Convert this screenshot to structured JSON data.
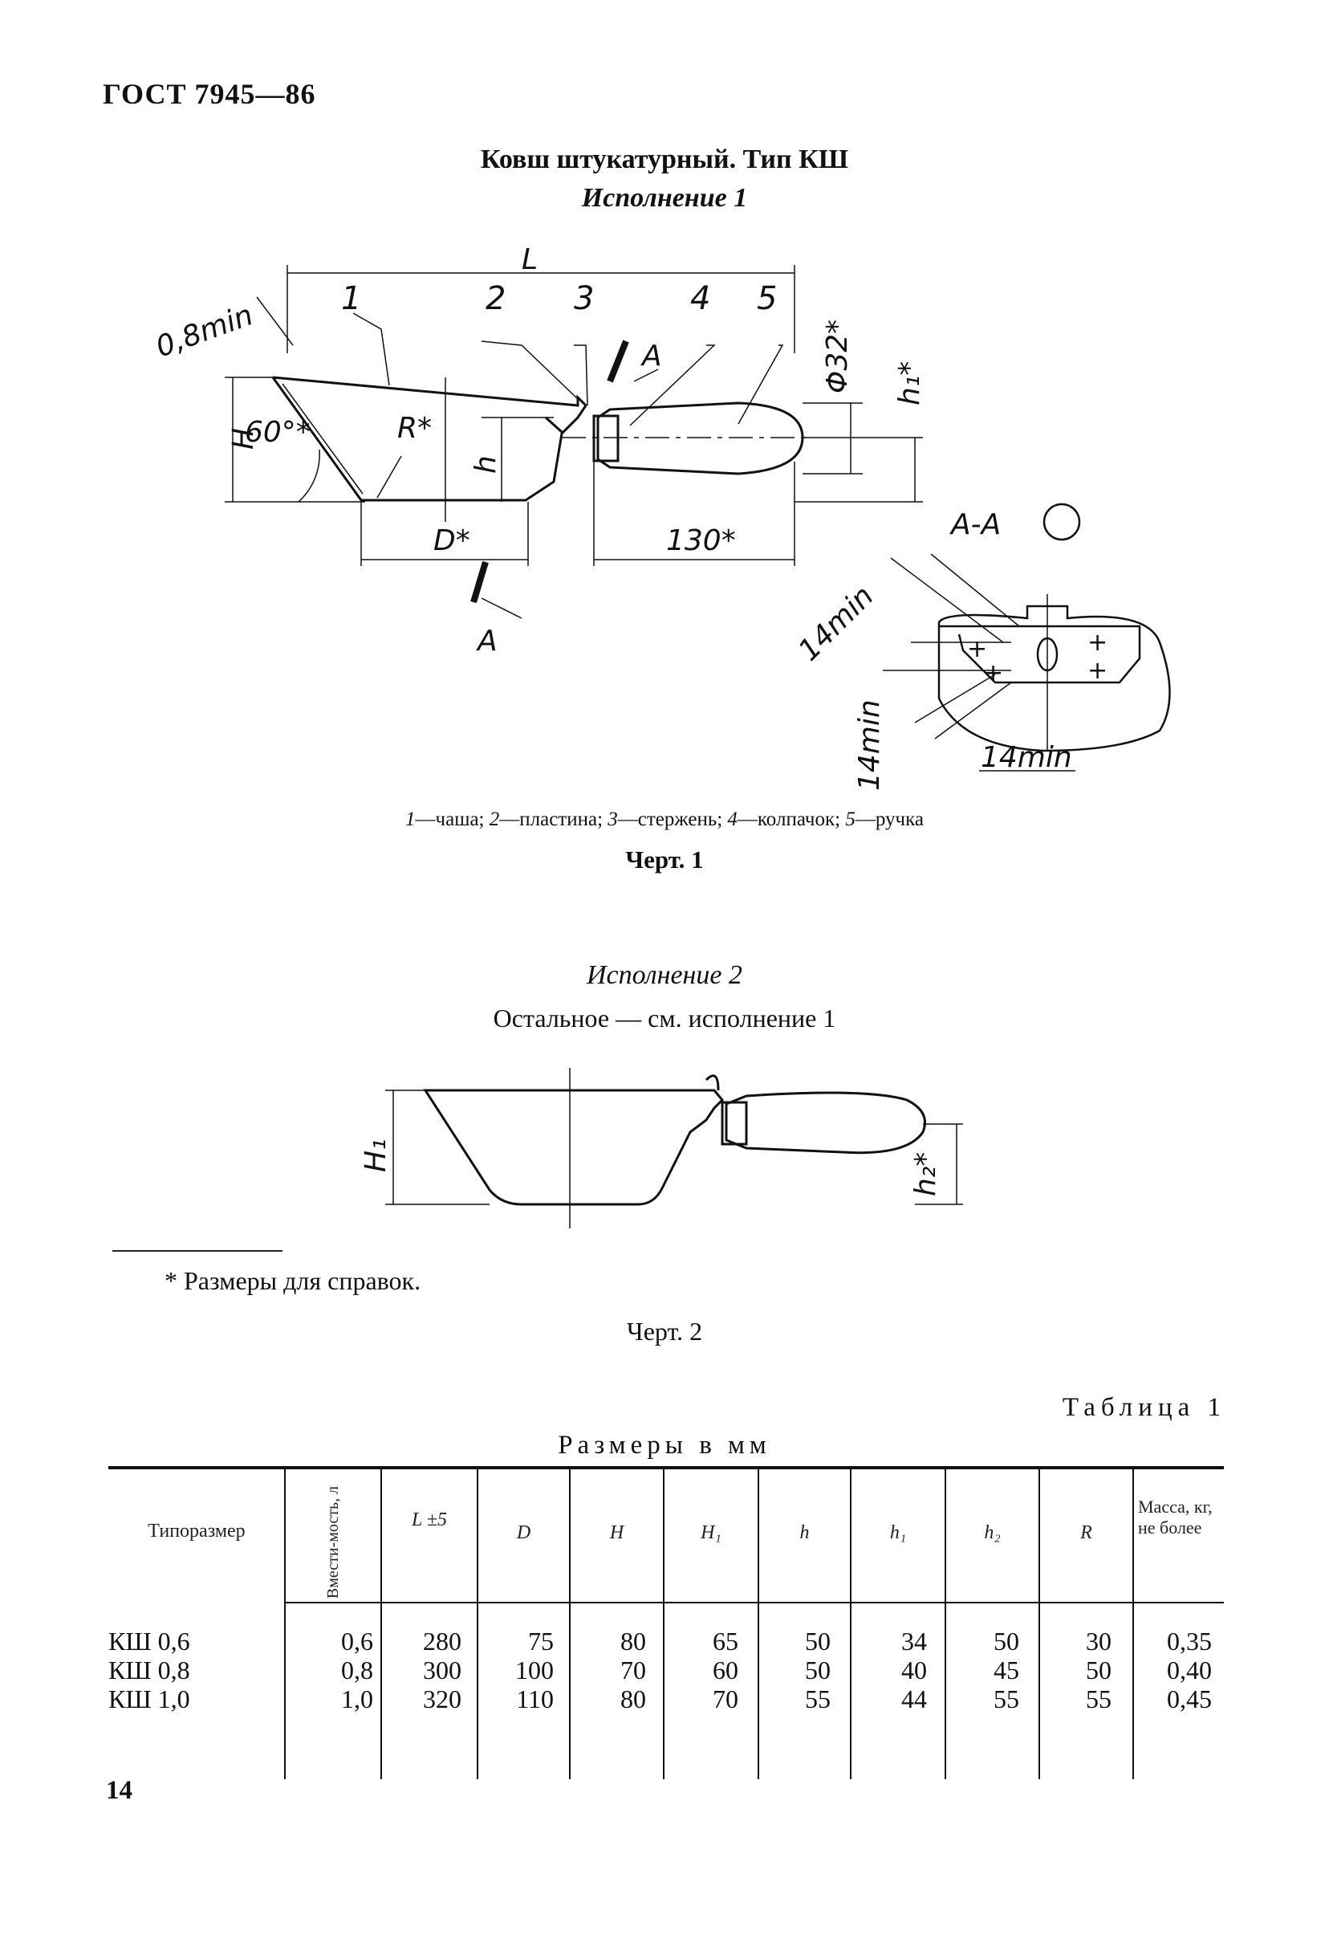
{
  "header": {
    "standard": "ГОСТ 7945—86"
  },
  "title": "Ковш штукатурный. Тип КШ",
  "variant1": "Исполнение 1",
  "figure1": {
    "dims": {
      "L": "L",
      "min08": "0,8min",
      "H": "H",
      "angle": "60°*",
      "R": "R*",
      "h": "h",
      "D": "D*",
      "d130": "130*",
      "phi32": "Φ32*",
      "h1": "h₁*",
      "A1": "A",
      "A2": "A",
      "section": "A-A",
      "min14a": "14min",
      "min14b": "14min",
      "min14c": "14min"
    },
    "callouts": [
      "1",
      "2",
      "3",
      "4",
      "5"
    ],
    "legend": [
      {
        "num": "1",
        "text": "—чаша; "
      },
      {
        "num": "2",
        "text": "—пластина; "
      },
      {
        "num": "3",
        "text": "—стержень; "
      },
      {
        "num": "4",
        "text": "—колпачок; "
      },
      {
        "num": "5",
        "text": "—ручка"
      }
    ],
    "caption": "Черт. 1"
  },
  "variant2": "Исполнение 2",
  "variant2_note": "Остальное — см. исполнение 1",
  "figure2": {
    "dims": {
      "H1": "H₁",
      "h2": "h₂*"
    },
    "caption": "Черт. 2"
  },
  "footnote": "* Размеры для справок.",
  "table": {
    "label": "Таблица 1",
    "units": "Размеры в мм",
    "headers": [
      "Типоразмер",
      "Вмести-мость, л",
      "L ±5",
      "D",
      "H",
      "H₁",
      "h",
      "h₁",
      "h₂",
      "R",
      "Масса, кг, не более"
    ],
    "rows": [
      [
        "КШ 0,6",
        "0,6",
        "280",
        "75",
        "80",
        "65",
        "50",
        "34",
        "50",
        "30",
        "0,35"
      ],
      [
        "КШ 0,8",
        "0,8",
        "300",
        "100",
        "70",
        "60",
        "50",
        "40",
        "45",
        "50",
        "0,40"
      ],
      [
        "КШ 1,0",
        "1,0",
        "320",
        "110",
        "80",
        "70",
        "55",
        "44",
        "55",
        "55",
        "0,45"
      ]
    ]
  },
  "page_number": "14"
}
